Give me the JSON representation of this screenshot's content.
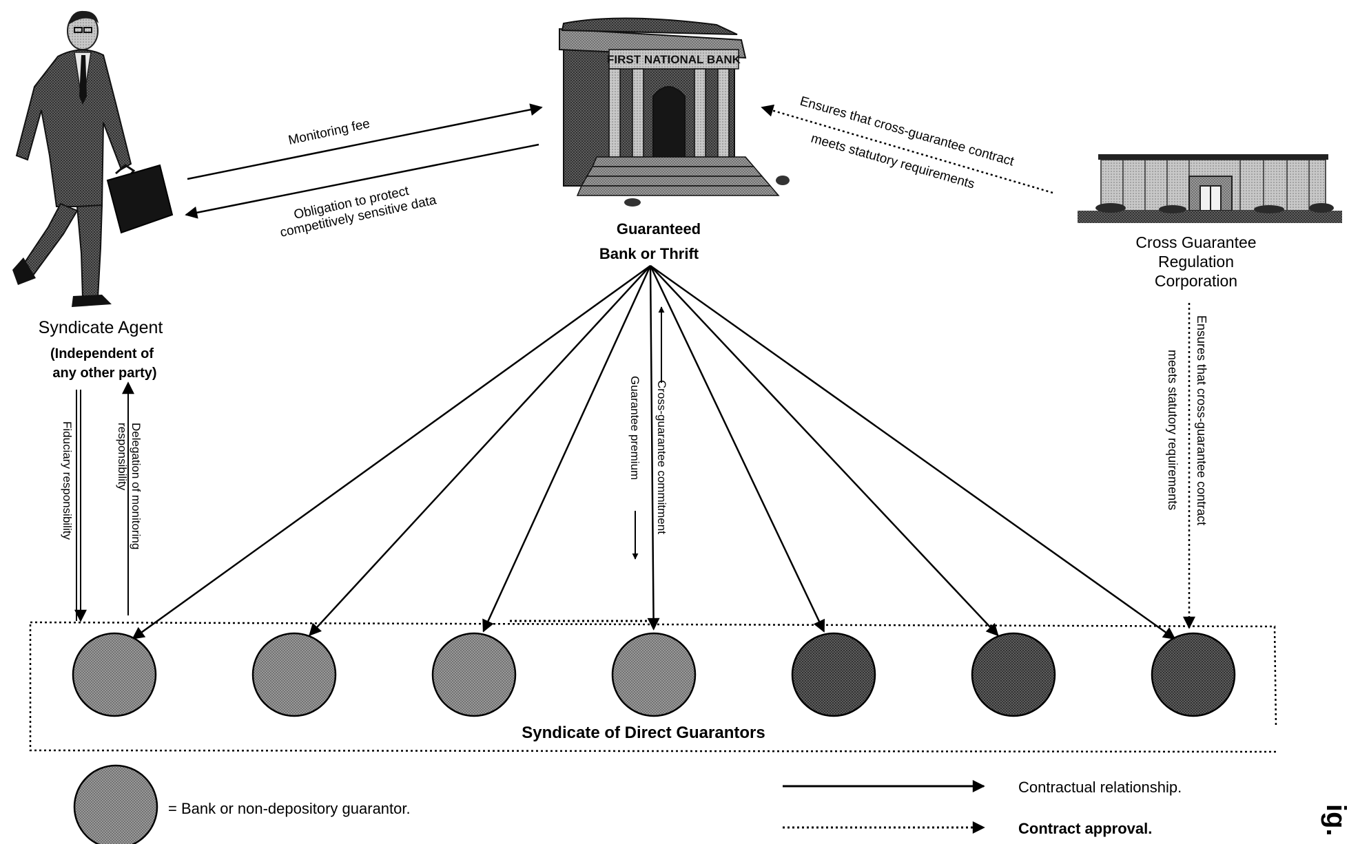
{
  "agent": {
    "name": "Syndicate Agent",
    "note_line1": "(Independent of",
    "note_line2": "any other party)"
  },
  "bank": {
    "sign": "FIRST NATIONAL BANK",
    "label_line1": "Guaranteed",
    "label_line2": "Bank or Thrift"
  },
  "corporation": {
    "label_line1": "Cross   Guarantee",
    "label_line2": "Regulation",
    "label_line3": "Corporation"
  },
  "flows": {
    "monitoring_fee": "Monitoring fee",
    "obligation_line1": "Obligation to protect",
    "obligation_line2": "competitively sensitive data",
    "ensures_top_line1": "Ensures that cross-guarantee contract",
    "ensures_top_line2": "meets statutory requirements",
    "ensures_side_line1": "Ensures that cross-guarantee contract",
    "ensures_side_line2": "meets statutory requirements",
    "fiduciary": "Fiduciary responsibility",
    "delegation_line1": "Delegation of monitoring",
    "delegation_line2": "responsibility",
    "cross_commitment": "Cross-guarantee commitment",
    "guarantee_premium": "Guarantee premium"
  },
  "syndicate": {
    "title": "Syndicate   of   Direct   Guarantors",
    "guarantor_count": 7
  },
  "legend": {
    "circle_label": "= Bank  or  non-depository  guarantor.",
    "solid_label": "Contractual  relationship.",
    "dotted_label": "Contract approval."
  },
  "figure_tag": "ig.",
  "colors": {
    "ink": "#000000",
    "circle_fill": "#8c8c8c",
    "building_dark": "#3a3a3a",
    "building_mid": "#7a7a7a",
    "building_light": "#b5b5b5"
  }
}
